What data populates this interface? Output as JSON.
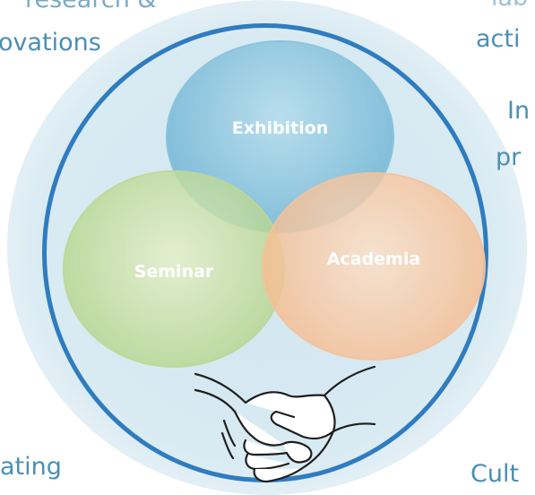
{
  "background_fragments": {
    "top_left_partial": "research &",
    "top_left": "ovations",
    "top_right_partial": "lab",
    "top_right": "acti",
    "right_1": "In",
    "right_2": "pr",
    "bottom_left": "ating",
    "bottom_right": "Cult"
  },
  "venn": {
    "top": {
      "label": "Exhibition",
      "color": "#7dbfdc"
    },
    "left": {
      "label": "Seminar",
      "color": "#b8d68c"
    },
    "right": {
      "label": "Academia",
      "color": "#f7be92"
    }
  },
  "outer_circle_color": "#2f7cc0",
  "center_icon": "handshake-icon"
}
